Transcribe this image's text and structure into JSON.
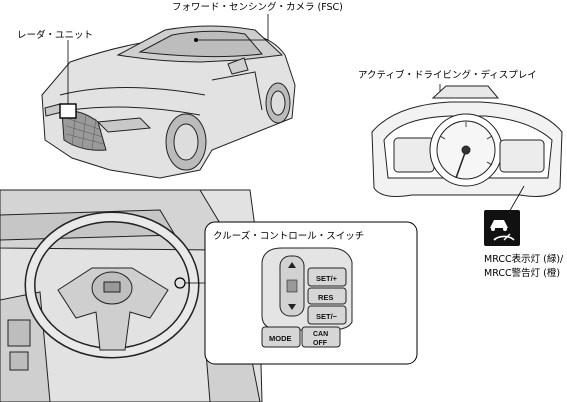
{
  "labels": {
    "radar_unit": "レーダ・ユニット",
    "fsc": "フォワード・センシング・カメラ (FSC)",
    "display": "アクティブ・ドライビング・ディスプレイ",
    "switch": "クルーズ・コントロール・スイッチ",
    "mrcc_line1": "MRCC表示灯 (緑)/",
    "mrcc_line2": "MRCC警告灯 (橙)"
  },
  "buttons": {
    "set_plus": "SET/+",
    "res": "RES",
    "set_minus": "SET/−",
    "mode": "MODE",
    "can": "CAN",
    "off": "OFF"
  },
  "colors": {
    "line": "#222222",
    "gray_fill": "#d9d9d9",
    "light_fill": "#eeeeee",
    "icon_bg": "#111111"
  },
  "icons": [
    "car-body",
    "steering-wheel",
    "instrument-cluster",
    "mrcc-indicator-icon",
    "cruise-switch-panel"
  ]
}
